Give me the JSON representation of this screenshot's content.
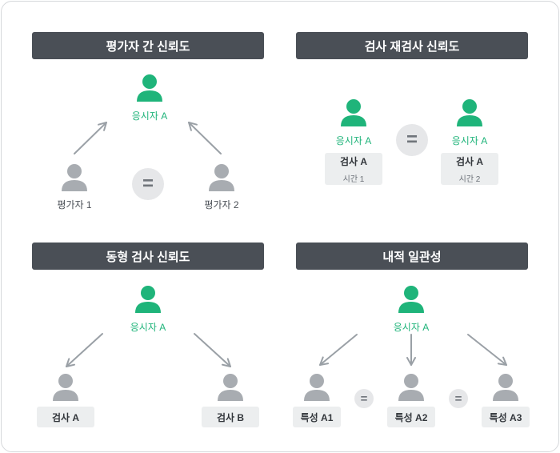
{
  "colors": {
    "header_bg": "#4a4f56",
    "accent_green": "#1fb47a",
    "person_gray": "#a8acb1",
    "box_bg": "#eceeef"
  },
  "panels": {
    "inter_rater": {
      "title": "평가자 간 신뢰도",
      "examinee": "응시자 A",
      "rater1": "평가자 1",
      "rater2": "평가자 2",
      "equals": "="
    },
    "test_retest": {
      "title": "검사 재검사 신뢰도",
      "examinee_left": "응시자 A",
      "examinee_right": "응시자 A",
      "test_left": {
        "title": "검사 A",
        "time": "시간 1"
      },
      "test_right": {
        "title": "검사 A",
        "time": "시간 2"
      },
      "equals": "="
    },
    "parallel_forms": {
      "title": "동형 검사 신뢰도",
      "examinee": "응시자 A",
      "test_a": "검사 A",
      "test_b": "검사 B"
    },
    "internal_consistency": {
      "title": "내적 일관성",
      "examinee": "응시자 A",
      "trait1": "특성 A1",
      "trait2": "특성 A2",
      "trait3": "특성 A3",
      "equals1": "=",
      "equals2": "="
    }
  }
}
